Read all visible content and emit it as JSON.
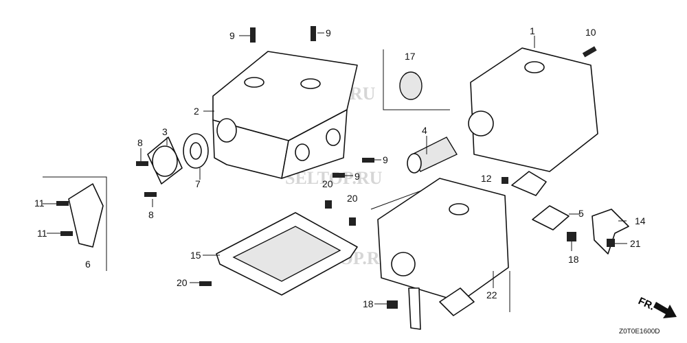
{
  "diagram": {
    "code": "Z0T0E1600D",
    "direction_label": "FR.",
    "watermark": "SELTOP.RU",
    "labels": [
      "1",
      "10",
      "9",
      "9",
      "17",
      "2",
      "3",
      "8",
      "4",
      "9",
      "9",
      "12",
      "7",
      "20",
      "20",
      "8",
      "11",
      "11",
      "5",
      "14",
      "6",
      "15",
      "21",
      "18",
      "20",
      "22",
      "18"
    ]
  }
}
